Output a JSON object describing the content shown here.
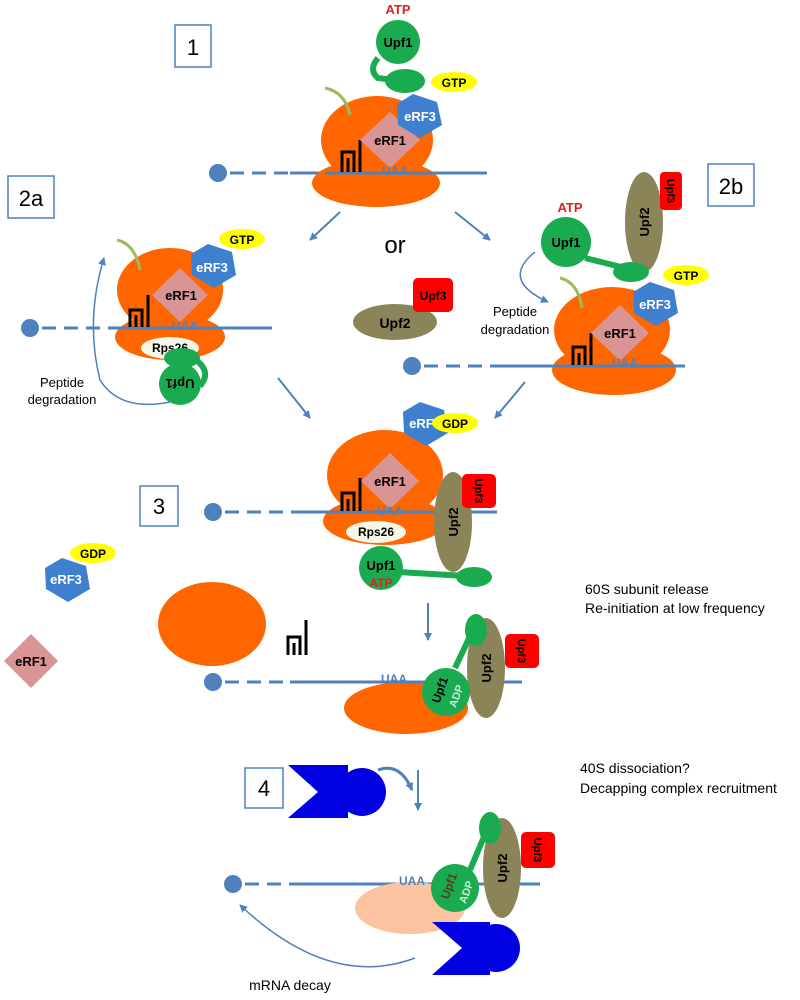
{
  "steps": {
    "s1": "1",
    "s2a": "2a",
    "s2b": "2b",
    "s3": "3",
    "s4": "4"
  },
  "labels": {
    "atp": "ATP",
    "gtp": "GTP",
    "gdp": "GDP",
    "adp": "ADP",
    "upf1": "Upf1",
    "upf2": "Upf2",
    "upf3": "Upf3",
    "erf1": "eRF1",
    "erf3": "eRF3",
    "rps26": "Rps26",
    "uaa": "UAA",
    "or": "or",
    "peptide": "Peptide",
    "degradation": "degradation",
    "release_line1": "60S subunit release",
    "release_line2": "Re-initiation at low frequency",
    "dissoc_line1": "40S dissociation?",
    "dissoc_line2": "Decapping complex recruitment",
    "decay": "mRNA decay"
  },
  "colors": {
    "ribosome": "#ff6600",
    "ribosome_faded": "#fbc3a0",
    "upf1": "#1aaa50",
    "upf2": "#8c8459",
    "upf3": "#ff0000",
    "erf3": "#3f7fcf",
    "erf1": "#d99594",
    "nucleotide": "#ffff00",
    "mrna": "#4f81bd",
    "decapping": "#0000e0",
    "trna": "#000000",
    "peptide": "#9bbb59",
    "red_text": "#e02020"
  }
}
